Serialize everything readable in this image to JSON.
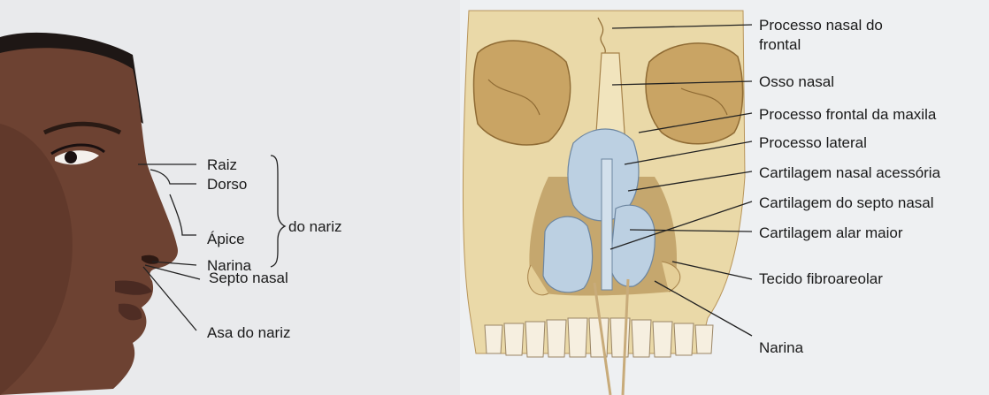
{
  "face_labels": {
    "root": "Raiz",
    "dorsum": "Dorso",
    "apex": "Ápice",
    "nostril": "Narina",
    "of_nose": "do nariz",
    "nasal_septum": "Septo nasal",
    "ala": "Asa do nariz"
  },
  "skull_labels": {
    "frontal_process_line1": "Processo nasal do",
    "frontal_process_line2": "frontal",
    "nasal_bone": "Osso nasal",
    "maxilla_process": "Processo frontal da maxila",
    "lateral_process": "Processo lateral",
    "accessory_cartilage": "Cartilagem nasal acessória",
    "septal_cartilage": "Cartilagem do septo nasal",
    "alar_cartilage": "Cartilagem alar maior",
    "fibroareolar": "Tecido fibroareolar",
    "nostril": "Narina"
  },
  "colors": {
    "bone": "#ead9a8",
    "bone_shadow": "#b8955a",
    "cartilage": "#bcd0e2",
    "skin": "#6b4030",
    "leader": "#222222"
  }
}
